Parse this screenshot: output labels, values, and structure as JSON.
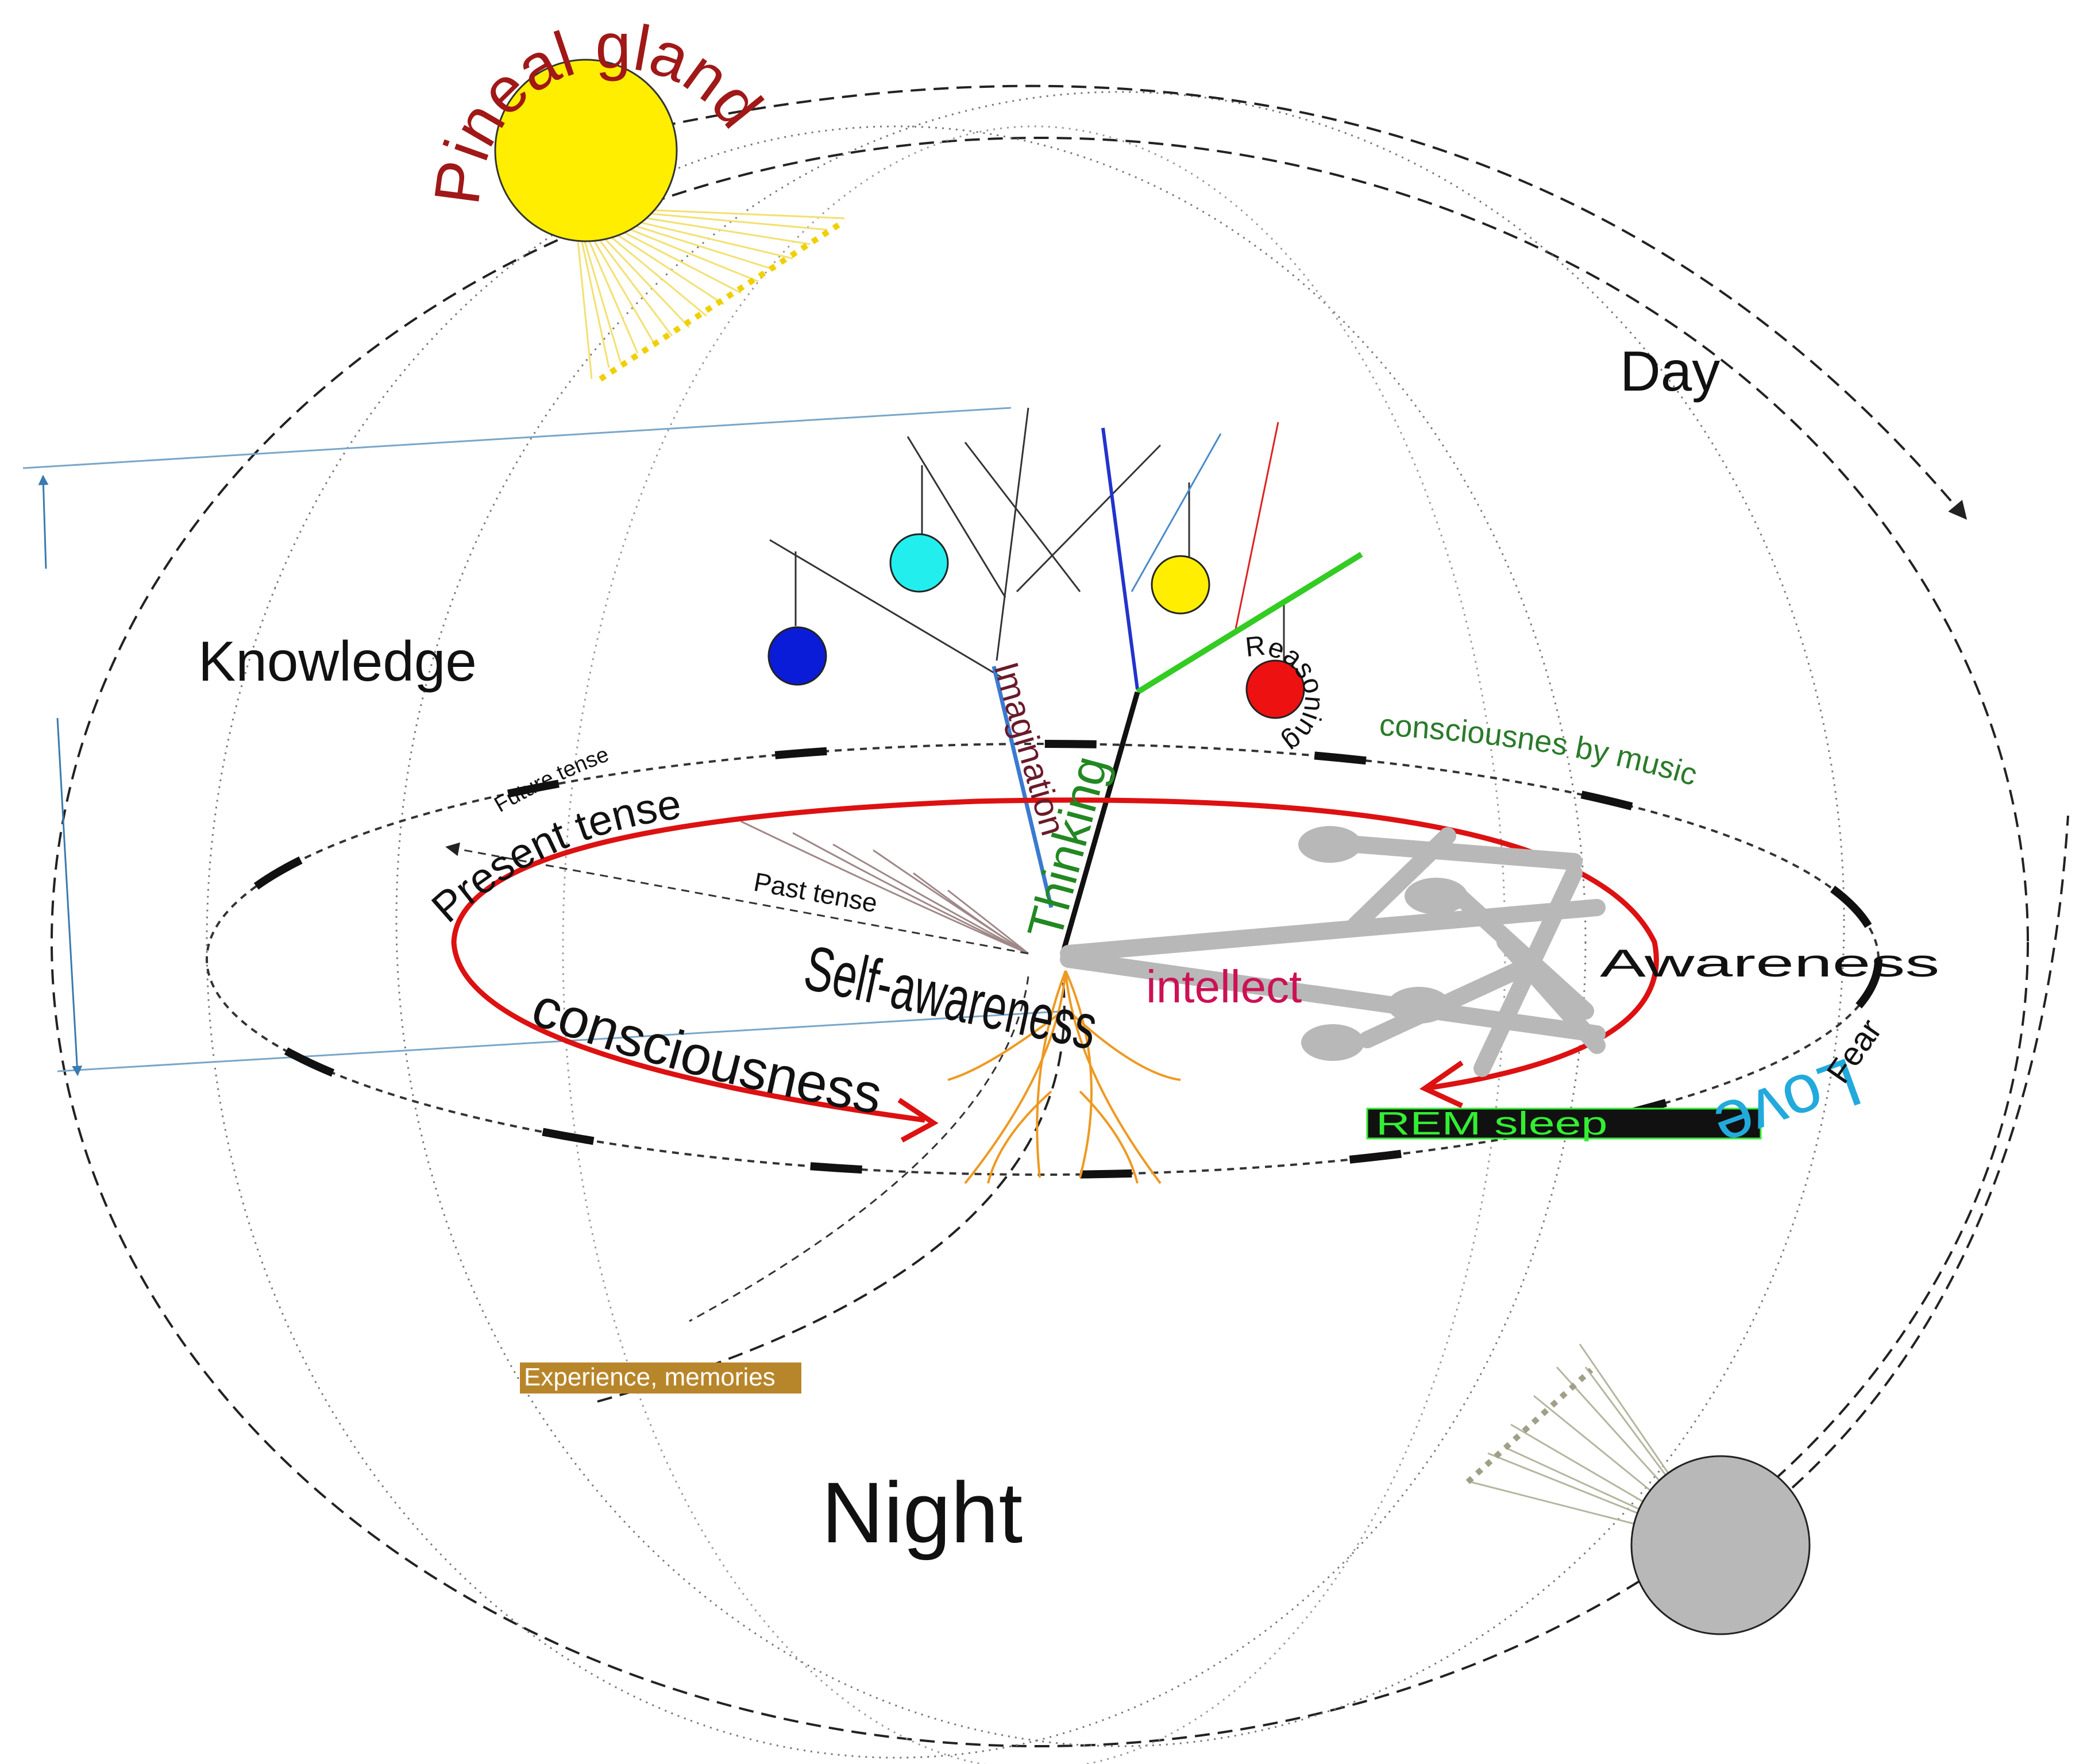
{
  "labels": {
    "pineal_gland": "Pineal gland",
    "day": "Day",
    "night": "Night",
    "knowledge": "Knowledge",
    "imagination": "Imagination",
    "thinking": "Thinking",
    "reasoning": "Reasoning",
    "consciousnes_by_music": "consciousnes by music",
    "future_tense": "Future tense",
    "present_tense": "Present tense",
    "past_tense": "Past tense",
    "self_awareness": "Self-awareness",
    "intellect": "intellect",
    "awareness": "Awareness",
    "consciousness": "consciousness",
    "rem_sleep": "REM sleep",
    "love": "Love",
    "fear": "Fear",
    "experience_memories": "Experience, memories"
  },
  "colors": {
    "sun": "#ffee00",
    "pineal_text": "#a01818",
    "red_loop": "#dd1111",
    "intellect": "#cc1155",
    "thinking": "#228822",
    "music": "#2a7a2a",
    "love": "#22aadd",
    "rem_bg": "#111111",
    "rem_text": "#33ee33",
    "experience_bg": "#b8862a",
    "moon": "#b8b8b8",
    "roots": "#ee9922",
    "silhouettes": "#b8b8b8"
  }
}
